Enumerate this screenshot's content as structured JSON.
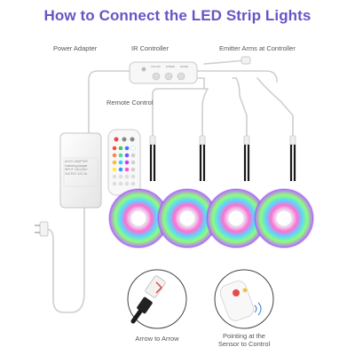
{
  "title": "How to Connect the LED Strip Lights",
  "labels": {
    "power_adapter": "Power Adapter",
    "ir_controller": "IR Controller",
    "emitter_arms": "Emitter Arms at Controller",
    "remote_control": "Remote Control",
    "arrow_to_arrow": "Arrow to Arrow",
    "pointing_line1": "Pointing at the",
    "pointing_line2": "Sensor to Control"
  },
  "adapter_text": [
    "AC/DC ADAPTER",
    "Switching Adapter",
    "INPUT: 100-240V~",
    "OUTPUT: 12V 2A"
  ],
  "controller_text": [
    "COLOR",
    "SPEED",
    "MODE"
  ],
  "colors": {
    "title": "#6b53c7",
    "cable": "#c9c9c9",
    "device_white": "#f7f7f7",
    "strip_black": "#1a1a1a"
  },
  "icons": [
    "power-plug-icon",
    "arrow-marker-icon",
    "ir-signal-icon"
  ]
}
